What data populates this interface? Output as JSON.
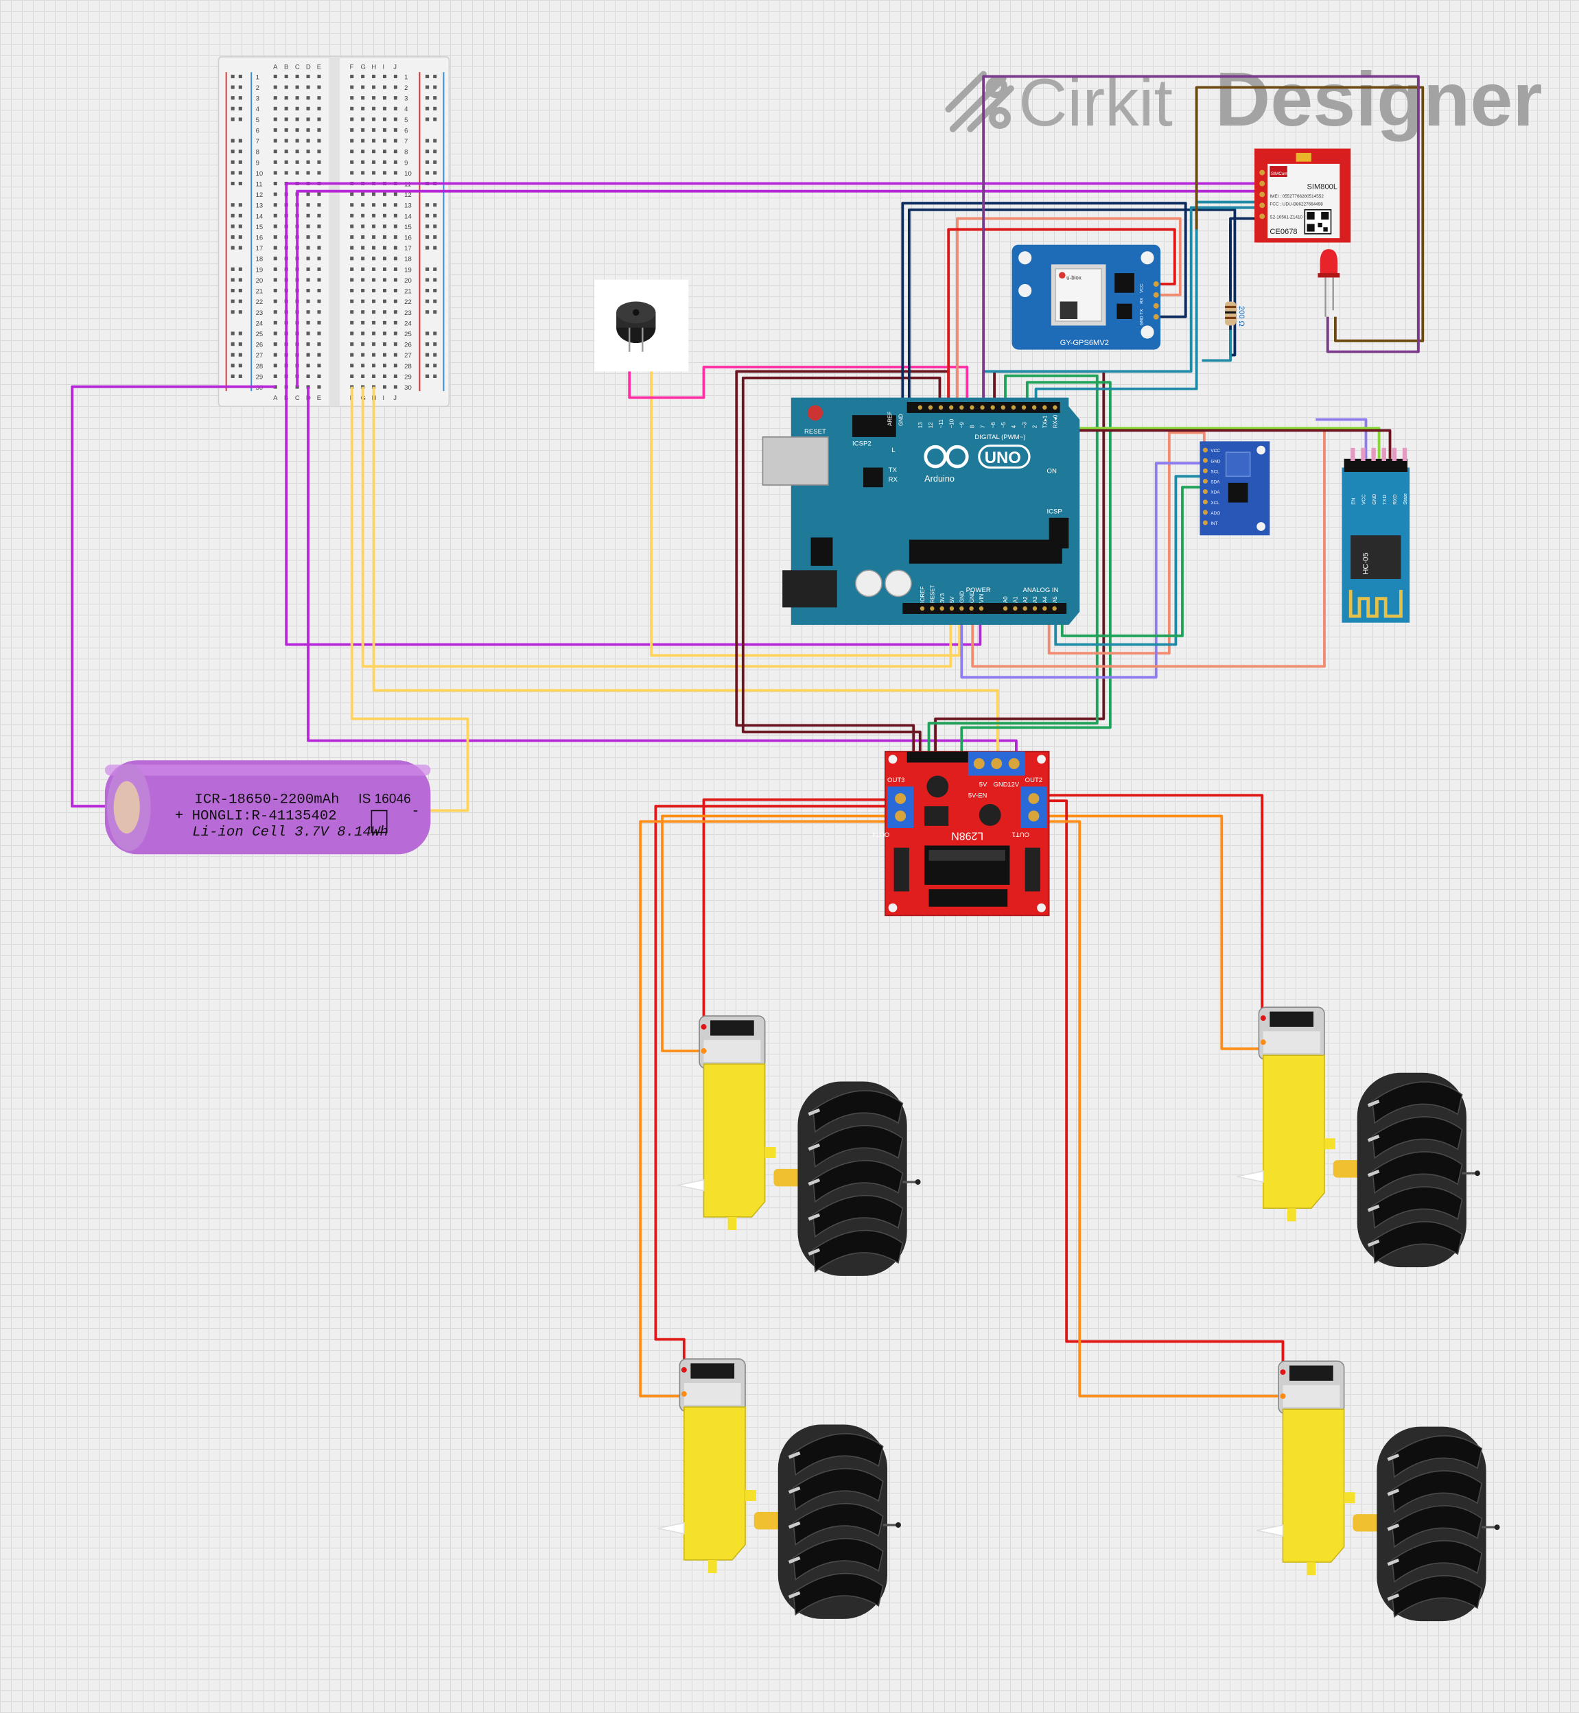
{
  "watermark": {
    "brand_light": "Cirkit",
    "brand_bold": "Designer"
  },
  "breadboard": {
    "col_letters_left": [
      "A",
      "B",
      "C",
      "D",
      "E"
    ],
    "col_letters_right": [
      "F",
      "G",
      "H",
      "I",
      "J"
    ],
    "row_numbers": [
      "1",
      "2",
      "3",
      "4",
      "5",
      "6",
      "7",
      "8",
      "9",
      "10",
      "11",
      "12",
      "13",
      "14",
      "15",
      "16",
      "17",
      "18",
      "19",
      "20",
      "21",
      "22",
      "23",
      "24",
      "25",
      "26",
      "27",
      "28",
      "29",
      "30"
    ]
  },
  "arduino": {
    "logo": "UNO",
    "brand": "Arduino",
    "reset": "RESET",
    "icsp2": "ICSP2",
    "icsp": "ICSP",
    "digital": "DIGITAL (PWM~)",
    "power": "POWER",
    "analog": "ANALOG IN",
    "on": "ON",
    "led_l": "L",
    "led_tx": "TX",
    "led_rx": "RX",
    "aref": "AREF",
    "gnd": "GND",
    "digital_pins": [
      "13",
      "12",
      "~11",
      "~10",
      "~9",
      "8",
      "7",
      "~6",
      "~5",
      "4",
      "~3",
      "2",
      "TX▸1",
      "RX◂0"
    ],
    "power_pins": [
      "IOREF",
      "RESET",
      "3V3",
      "5V",
      "GND",
      "GND",
      "VIN"
    ],
    "analog_pins": [
      "A0",
      "A1",
      "A2",
      "A3",
      "A4",
      "A5"
    ]
  },
  "gps": {
    "label": "GY-GPS6MV2",
    "pins": [
      "VCC",
      "RX",
      "TX",
      "GND"
    ],
    "chip": "u-blox"
  },
  "sim800l": {
    "model": "SIM800L",
    "brand": "SIMCom",
    "imei": "IMEI : 05527766280514552",
    "fcc": "FCC : UDU-B86227664498",
    "sn": "S2-10561-Z1410",
    "ce": "CE0678"
  },
  "resistor": {
    "label": "200 Ω"
  },
  "mpu": {
    "pins": [
      "VCC",
      "GND",
      "SCL",
      "SDA",
      "XDA",
      "XCL",
      "ADO",
      "INT"
    ]
  },
  "hc05": {
    "label": "HC-05",
    "pins": [
      "EN",
      "VCC",
      "GND",
      "TXD",
      "RXD",
      "State"
    ]
  },
  "battery": {
    "line1": "ICR-18650-2200mAh",
    "line2": "+ HONGLI:R-41135402",
    "line3": "Li-ion Cell 3.7V 8.14Wh",
    "code": "IS 16046",
    "minus": "-"
  },
  "l298n": {
    "chip": "L298N",
    "out1": "OUT1",
    "out2": "OUT2",
    "out3": "OUT3",
    "out4": "OUT4",
    "power_pins": [
      "12V",
      "GND",
      "5V"
    ],
    "enable": "5V-EN"
  },
  "colors": {
    "purple": "#b426d6",
    "yellow": "#ffd45a",
    "red": "#e01616",
    "orange": "#ff8c14",
    "navy": "#0d2a5c",
    "maroon": "#6a1420",
    "green": "#1fa35a",
    "teal": "#1f8aa6",
    "pink": "#ff2fa3",
    "salmon": "#f08a70",
    "lilac": "#8c7cf0",
    "brown": "#6b4a12",
    "wine": "#7a3a8a",
    "lime": "#8ad638"
  }
}
